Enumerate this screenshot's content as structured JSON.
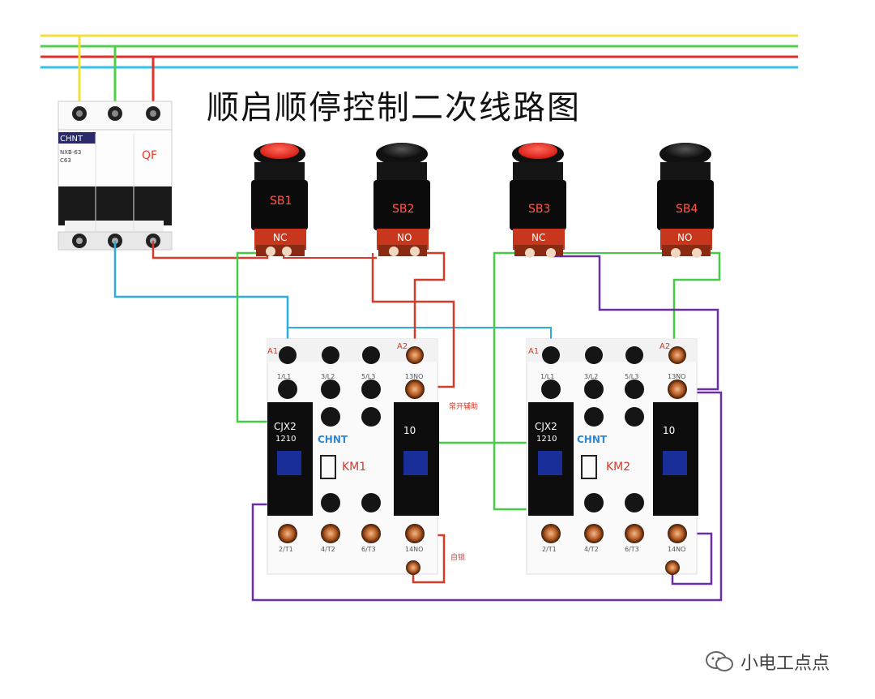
{
  "title": "顺启顺停控制二次线路图",
  "watermark": "小电工点点",
  "colors": {
    "L1": "#f0e03a",
    "L2": "#4fd04a",
    "L3": "#e0302a",
    "N": "#35c0e8",
    "purple": "#6a2ea8",
    "green_wire": "#44cc44",
    "red_wire": "#d83a2a",
    "blue_wire": "#2aaee0"
  },
  "breaker": {
    "brand": "CHNT",
    "label": "QF",
    "model": "NXB-63",
    "rating": "C63"
  },
  "buttons": [
    {
      "id": "SB1",
      "label": "SB1",
      "contact": "NC",
      "color": "red"
    },
    {
      "id": "SB2",
      "label": "SB2",
      "contact": "NO",
      "color": "black"
    },
    {
      "id": "SB3",
      "label": "SB3",
      "contact": "NC",
      "color": "red"
    },
    {
      "id": "SB4",
      "label": "SB4",
      "contact": "NO",
      "color": "black"
    }
  ],
  "contactors": [
    {
      "id": "KM1",
      "label": "KM1",
      "model": "CJX2",
      "code": "1210",
      "brand": "CHNT",
      "aux": "10",
      "top_terminals": [
        "A1",
        "A2"
      ],
      "row1": [
        "1/L1",
        "3/L2",
        "5/L3",
        "13NO"
      ],
      "row2": [
        "2/T1",
        "4/T2",
        "6/T3",
        "14NO"
      ]
    },
    {
      "id": "KM2",
      "label": "KM2",
      "model": "CJX2",
      "code": "1210",
      "brand": "CHNT",
      "aux": "10",
      "top_terminals": [
        "A1",
        "A2"
      ],
      "row1": [
        "1/L1",
        "3/L2",
        "5/L3",
        "13NO"
      ],
      "row2": [
        "2/T1",
        "4/T2",
        "6/T3",
        "14NO"
      ]
    }
  ],
  "annotations": {
    "km1_side": "常开辅助",
    "km1_self_lock": "自锁"
  }
}
